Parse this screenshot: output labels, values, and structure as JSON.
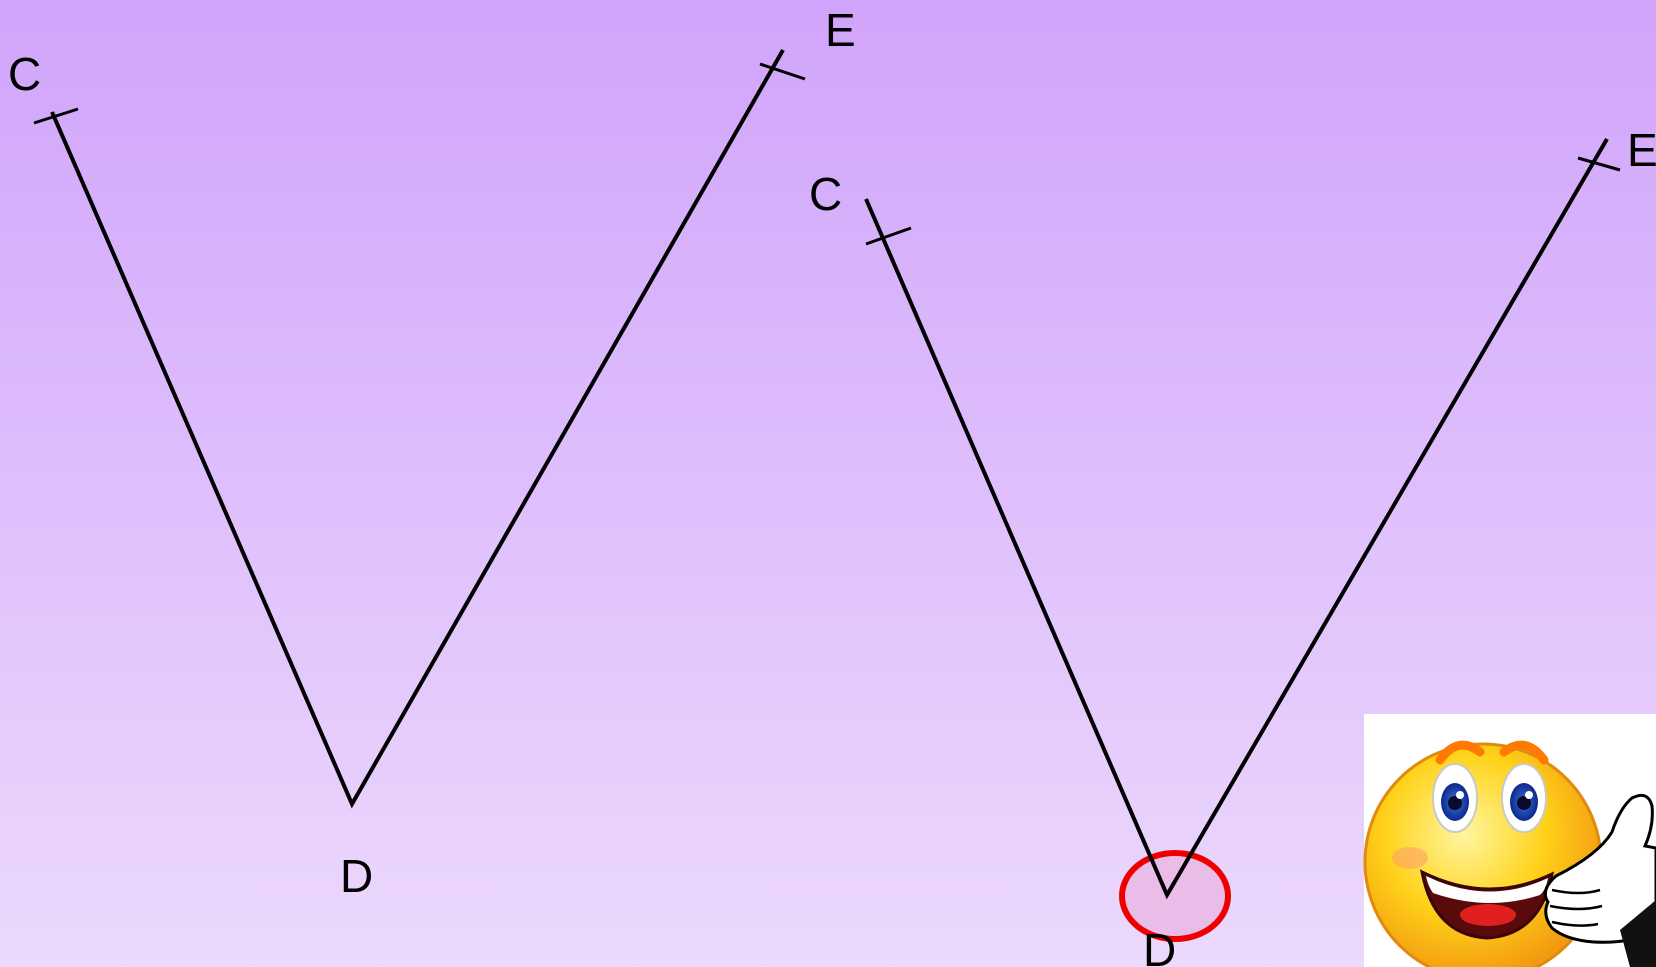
{
  "colors": {
    "background_top": "#d0a4fb",
    "background_bottom": "#ecd9fc",
    "line": "#000000",
    "highlight_stroke": "#ee0000",
    "highlight_fill": "#e9bde8"
  },
  "figures": [
    {
      "labels": {
        "c": "C",
        "d": "D",
        "e": "E"
      }
    },
    {
      "labels": {
        "c": "C",
        "d": "D",
        "e": "E"
      },
      "vertex_highlighted": true
    }
  ],
  "illustration": {
    "icon": "smiley-thumbs-up-icon"
  }
}
